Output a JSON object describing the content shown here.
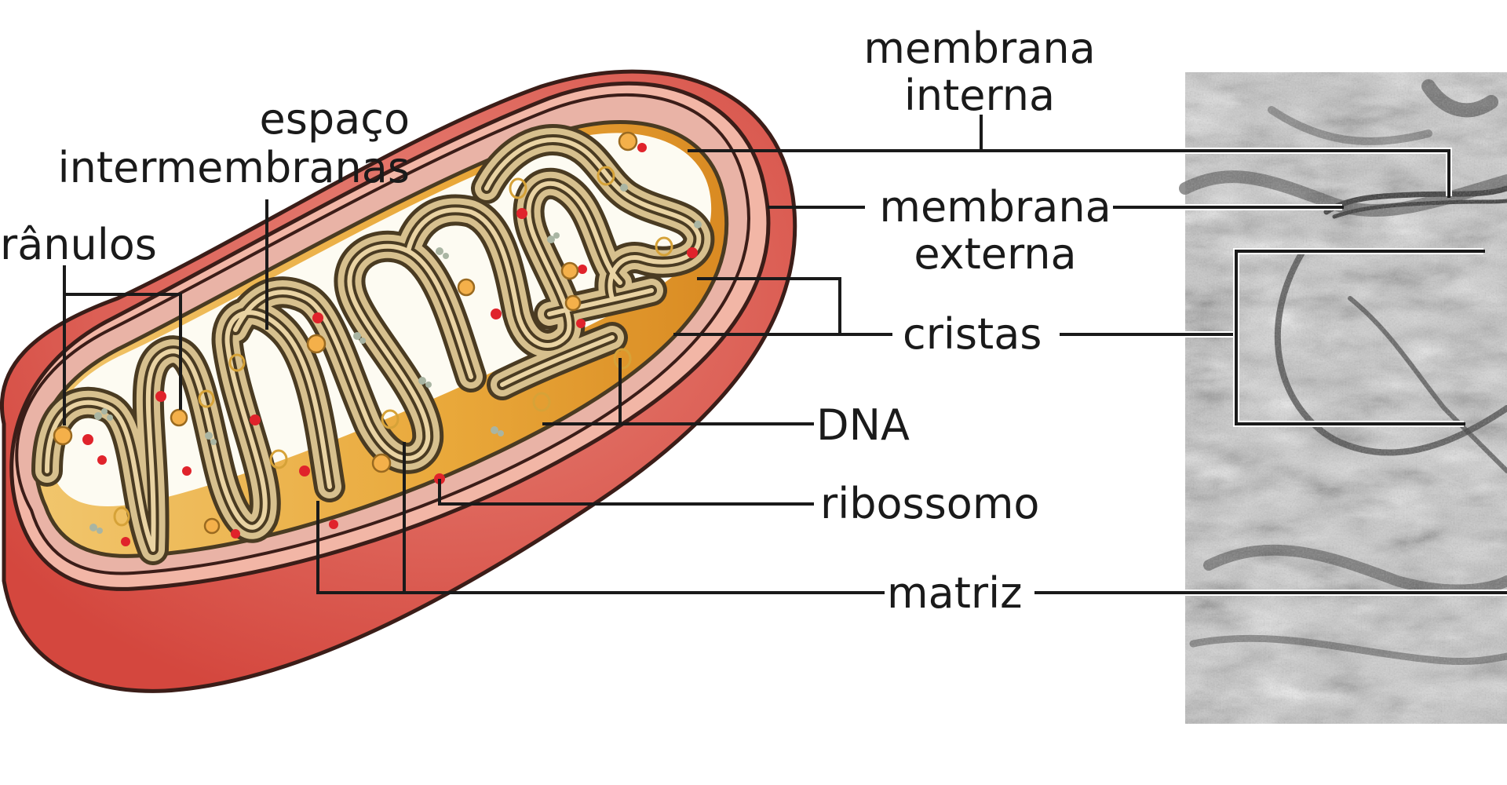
{
  "labels": {
    "membrana_interna": [
      "membrana",
      "interna"
    ],
    "espaco_intermembranas": [
      "espaço",
      "intermembranas"
    ],
    "granulos": "rânulos",
    "membrana_externa": [
      "membrana",
      "externa"
    ],
    "cristas": "cristas",
    "dna": "DNA",
    "ribossomo": "ribossomo",
    "matriz": "matriz"
  },
  "icons": {
    "mitochondrion": "mitochondrion-cutaway-illustration",
    "micrograph": "electron-micrograph-photo"
  },
  "colors": {
    "outer_membrane": "#d4473e",
    "outer_membrane_light": "#e8867a",
    "intermembrane_space": "#e9b3a6",
    "crista_edge": "#4a3b22",
    "crista_fill": "#d7c08e",
    "matrix_floor": "#e9a83a",
    "matrix": "#fdfbf2",
    "ribosome": "#e0232b",
    "granule": "#f4b04a",
    "dna": "#a9b5a3",
    "micrograph_light": "#d3d3d3",
    "micrograph_dark": "#6b6b6b"
  }
}
